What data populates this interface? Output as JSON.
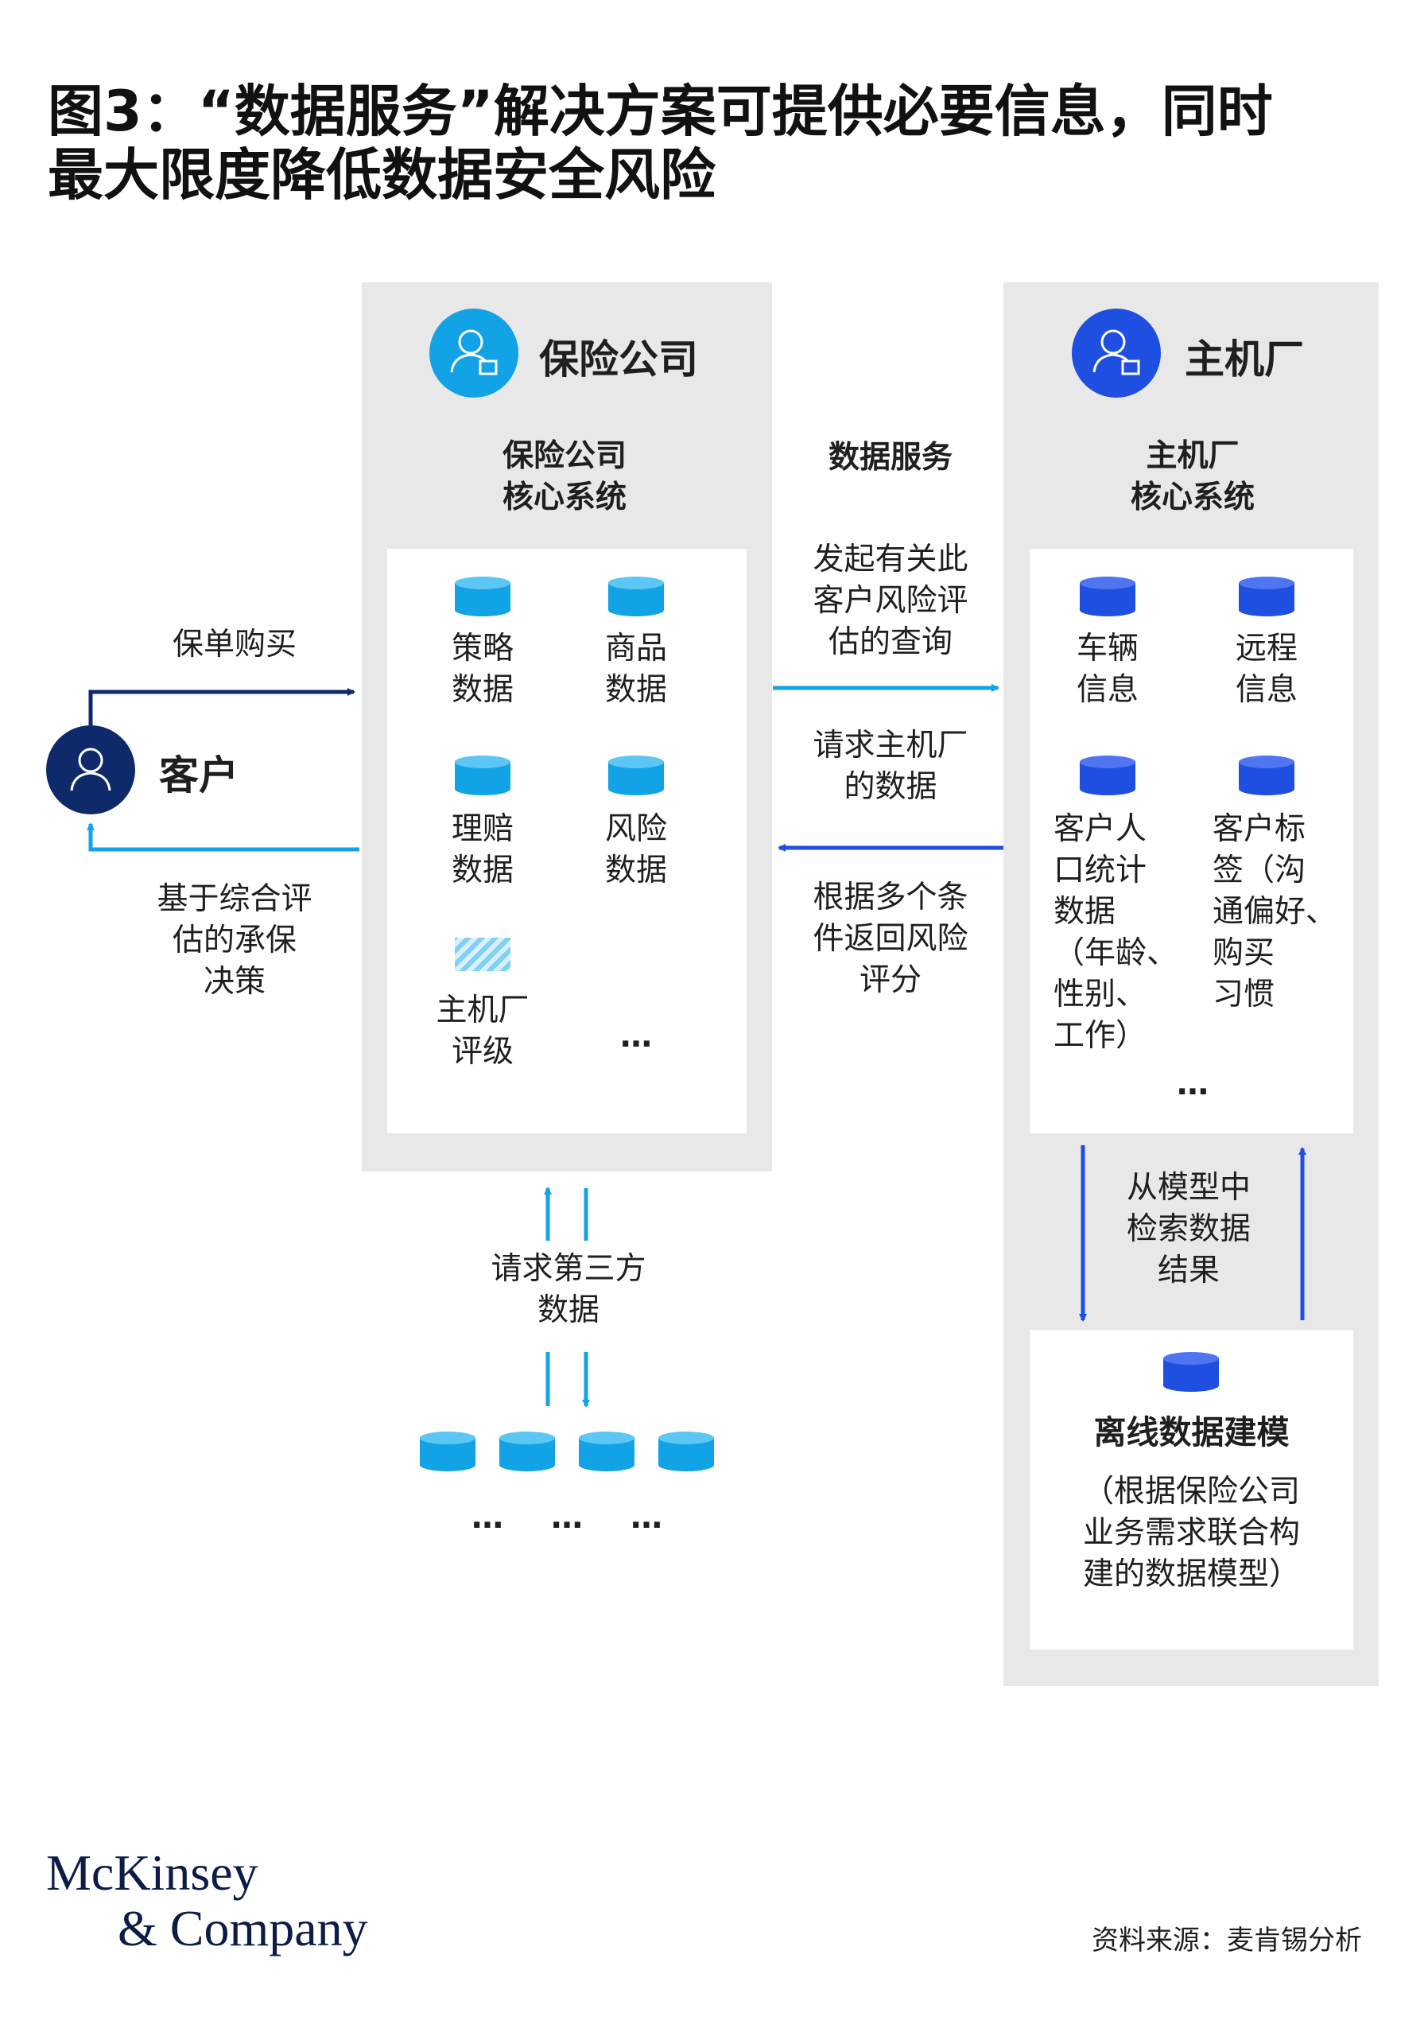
{
  "title": {
    "line1": "图3：“数据服务”解决方案可提供必要信息，同时",
    "line2": "最大限度降低数据安全风险"
  },
  "customer": {
    "label": "客户",
    "icon": "person-icon"
  },
  "left_flows": {
    "top": "保单购买",
    "bottom": [
      "基于综合评",
      "估的承保",
      "决策"
    ]
  },
  "insurer": {
    "header": "保险公司",
    "core": [
      "保险公司",
      "核心系统"
    ],
    "items": [
      {
        "label": [
          "策略",
          "数据"
        ],
        "icon": "database-icon"
      },
      {
        "label": [
          "商品",
          "数据"
        ],
        "icon": "database-icon"
      },
      {
        "label": [
          "理赔",
          "数据"
        ],
        "icon": "database-icon"
      },
      {
        "label": [
          "风险",
          "数据"
        ],
        "icon": "database-icon"
      },
      {
        "label": [
          "主机厂",
          "评级"
        ],
        "icon": "striped-database-icon"
      }
    ],
    "more": "…"
  },
  "data_service": {
    "header": "数据服务",
    "request": [
      "发起有关此",
      "客户风险评",
      "估的查询"
    ],
    "request2": [
      "请求主机厂",
      "的数据"
    ],
    "response": [
      "根据多个条",
      "件返回风险",
      "评分"
    ]
  },
  "oem": {
    "header": "主机厂",
    "core": [
      "主机厂",
      "核心系统"
    ],
    "items": [
      {
        "label": [
          "车辆",
          "信息"
        ]
      },
      {
        "label": [
          "远程",
          "信息"
        ]
      },
      {
        "label": [
          "客户人",
          "口统计",
          "数据",
          "（年龄、",
          "性别、",
          "工作）"
        ]
      },
      {
        "label": [
          "客户标",
          "签（沟",
          "通偏好、",
          "购买",
          "习惯"
        ]
      }
    ],
    "more": "…",
    "retrieve": [
      "从模型中",
      "检索数据",
      "结果"
    ],
    "offline_title": "离线数据建模",
    "offline_desc": [
      "（根据保险公司",
      "业务需求联合构",
      "建的数据模型）"
    ]
  },
  "third_party": {
    "label": [
      "请求第三方",
      "数据"
    ],
    "dots": [
      "…",
      "…",
      "…"
    ]
  },
  "footer": {
    "logo_line1": "McKinsey",
    "logo_line2": "& Company",
    "source": "资料来源：麦肯锡分析"
  },
  "colors": {
    "navy": "#0f2a6b",
    "cyan": "#12a2e6",
    "blue": "#1f4fe0",
    "panel": "#e8e8e8"
  }
}
